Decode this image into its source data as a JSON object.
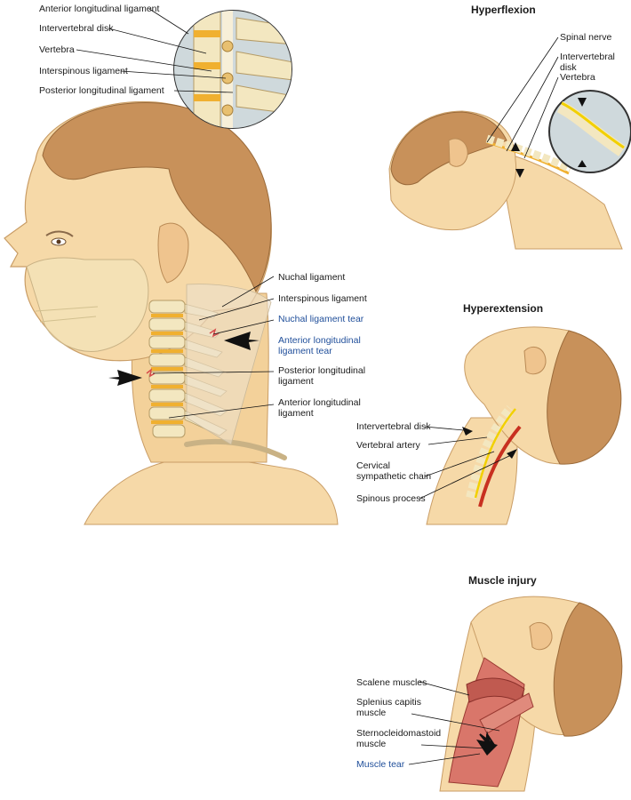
{
  "panels": {
    "main": {
      "inset_labels": [
        "Anterior longitudinal  ligament",
        "Intervertebral disk",
        "Vertebra",
        "Interspinous ligament",
        "Posterior longitudinal ligament"
      ],
      "labels": [
        "Nuchal ligament",
        "Interspinous ligament",
        "Nuchal ligament tear",
        "Anterior longitudinal\nligament tear",
        "Posterior longitudinal\nligament",
        "Anterior longitudinal\nligament"
      ]
    },
    "hyperflexion": {
      "title": "Hyperflexion",
      "labels": [
        "Spinal nerve",
        "Intervertebral disk",
        "Vertebra"
      ]
    },
    "hyperextension": {
      "title": "Hyperextension",
      "labels": [
        "Intervertebral disk",
        "Vertebral artery",
        "Cervical\nsympathetic chain",
        "Spinous process"
      ]
    },
    "muscle": {
      "title": "Muscle injury",
      "labels": [
        "Scalene muscles",
        "Splenius capitis\nmuscle",
        "Sternocleidomastoid\nmuscle",
        "Muscle tear"
      ]
    }
  },
  "colors": {
    "skin": "#f6d9a8",
    "skin_shade": "#e9bd7e",
    "hair": "#c8915a",
    "bone": "#f3e7c0",
    "disk": "#f0b030",
    "ligament": "#ece0cc",
    "muscle": "#d9766a",
    "nerve": "#f2d000",
    "artery": "#c83020",
    "tear_label": "#1f4e9a"
  }
}
